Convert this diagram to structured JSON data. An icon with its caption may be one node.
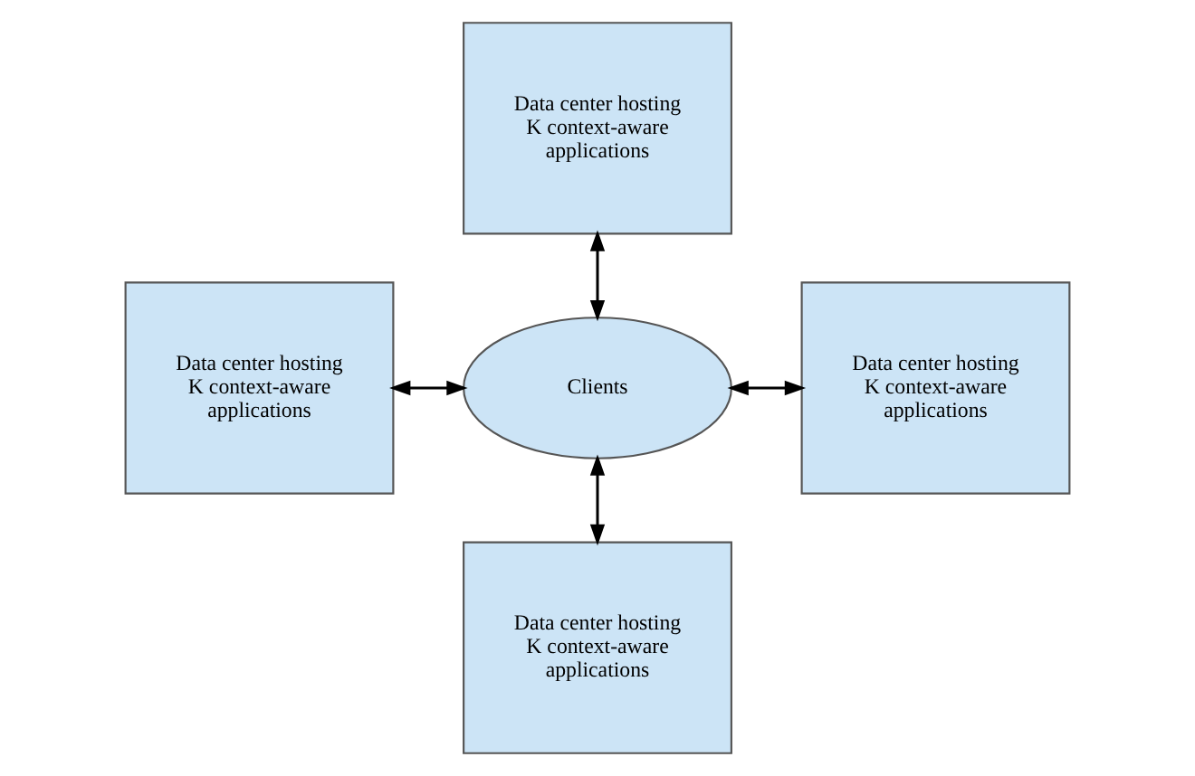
{
  "diagram": {
    "nodes": [
      {
        "text": [
          "Data center hosting K context-aware applications"
        ]
      },
      {
        "text": [
          "Data center hosting K context-aware applications"
        ]
      },
      {
        "text": [
          "Clients"
        ]
      },
      {
        "text": [
          "Data center hosting K context-aware applications"
        ]
      },
      {
        "text": [
          "Data center hosting K context-aware applications"
        ]
      }
    ],
    "edges": [
      {
        "from": 0,
        "to": 2,
        "arrow": "both"
      },
      {
        "from": 1,
        "to": 2,
        "arrow": "both"
      },
      {
        "from": 2,
        "to": 3,
        "arrow": "both"
      },
      {
        "from": 2,
        "to": 4,
        "arrow": "both"
      }
    ]
  }
}
